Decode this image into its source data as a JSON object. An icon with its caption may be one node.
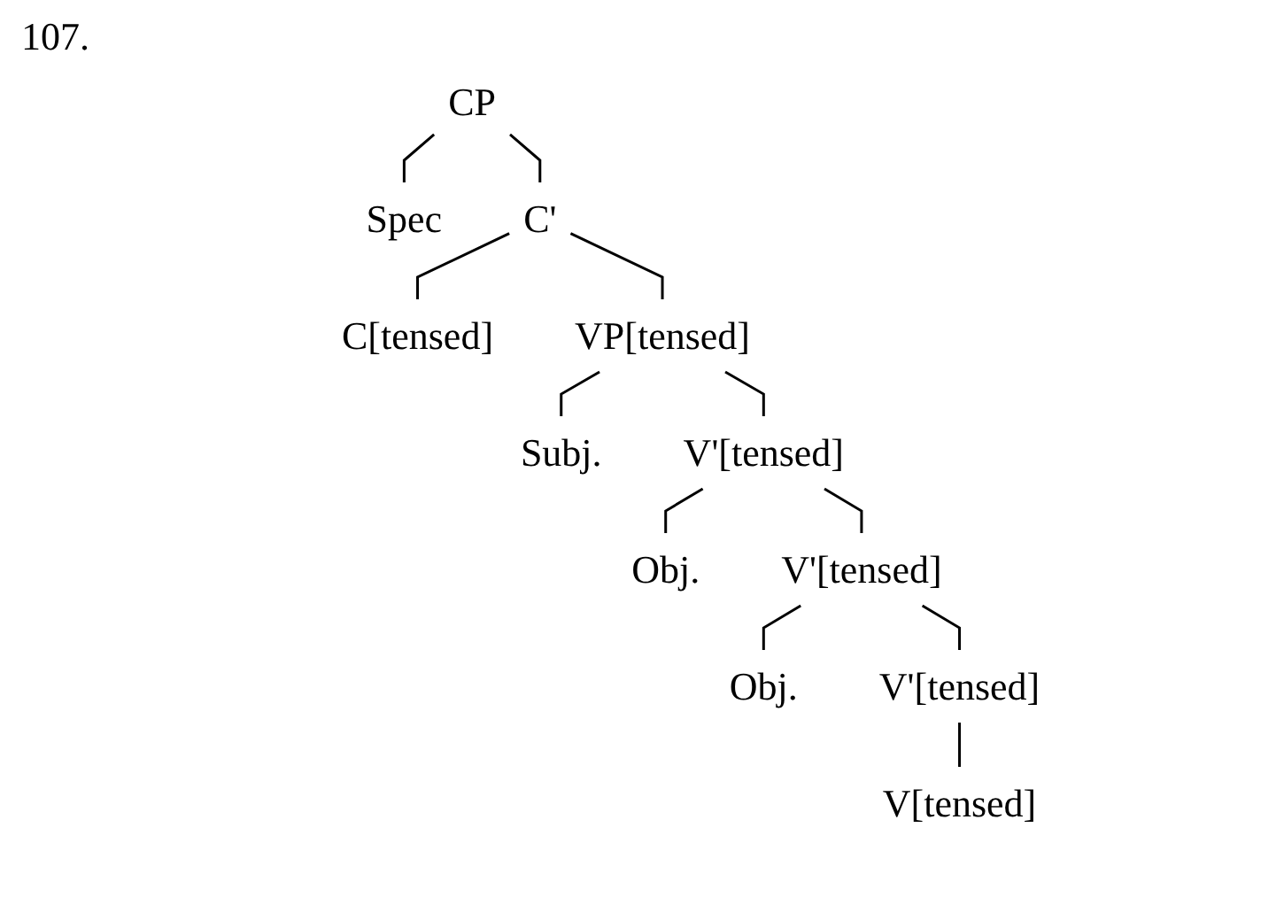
{
  "diagram": {
    "nodes": [
      {
        "text": [
          "CP"
        ]
      },
      {
        "text": [
          "Spec"
        ]
      },
      {
        "text": [
          "C'"
        ]
      },
      {
        "text": [
          "C[tensed]"
        ]
      },
      {
        "text": [
          "VP[tensed]"
        ]
      },
      {
        "text": [
          "Subj."
        ]
      },
      {
        "text": [
          "V'[tensed]"
        ]
      },
      {
        "text": [
          "Obj."
        ]
      },
      {
        "text": [
          "V'[tensed]"
        ]
      },
      {
        "text": [
          "Obj."
        ]
      },
      {
        "text": [
          "V'[tensed]"
        ]
      },
      {
        "text": [
          "V[tensed]"
        ]
      }
    ],
    "edges": [
      {
        "from": 0,
        "to": 1,
        "arrow": "none"
      },
      {
        "from": 0,
        "to": 2,
        "arrow": "none"
      },
      {
        "from": 2,
        "to": 3,
        "arrow": "none"
      },
      {
        "from": 2,
        "to": 4,
        "arrow": "none"
      },
      {
        "from": 4,
        "to": 5,
        "arrow": "none"
      },
      {
        "from": 4,
        "to": 6,
        "arrow": "none"
      },
      {
        "from": 6,
        "to": 7,
        "arrow": "none"
      },
      {
        "from": 6,
        "to": 8,
        "arrow": "none"
      },
      {
        "from": 8,
        "to": 9,
        "arrow": "none"
      },
      {
        "from": 8,
        "to": 10,
        "arrow": "none"
      },
      {
        "from": 10,
        "to": 11,
        "arrow": "none"
      }
    ],
    "labels": [
      "107."
    ]
  }
}
